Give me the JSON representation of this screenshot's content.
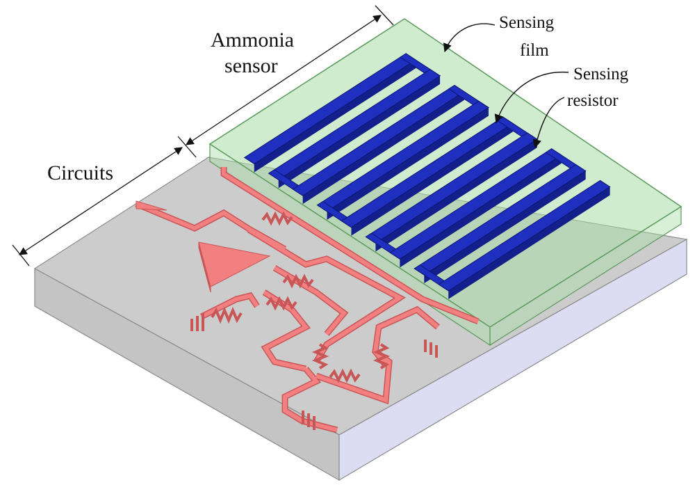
{
  "labels": {
    "sensor_line1": "Ammonia",
    "sensor_line2": "sensor",
    "circuits": "Circuits",
    "film_line1": "Sensing",
    "film_line2": "film",
    "resistor_line1": "Sensing",
    "resistor_line2": "resistor"
  },
  "colors": {
    "substrate_top": "#cccccc",
    "substrate_front": "#c4c4c4",
    "substrate_side": "#dcdcf2",
    "film": "#a8dca8",
    "resistor": "#1f2fc0",
    "resistor_side": "#131f8a",
    "circuit": "#f28080",
    "circuit_side": "#c95656"
  },
  "icons": {
    "amplifier": "op-amp-triangle-icon",
    "resistor": "zigzag-resistor-icon",
    "ground": "ground-comb-icon"
  },
  "serpentine": {
    "fingers": 9
  }
}
